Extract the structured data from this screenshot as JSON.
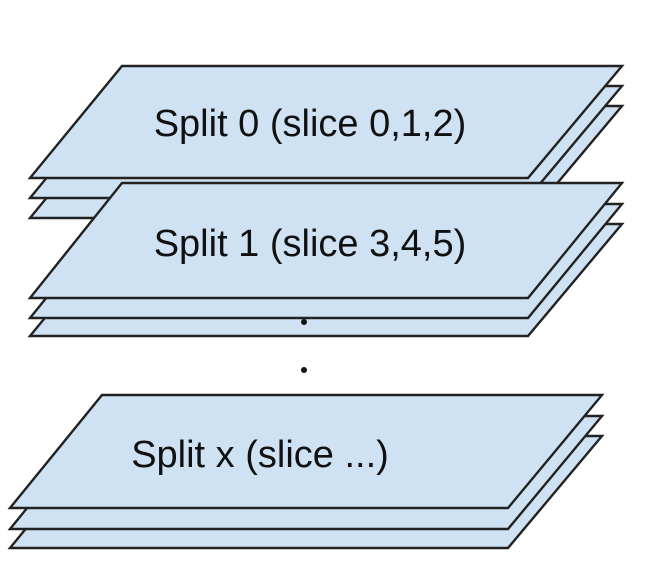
{
  "diagram": {
    "type": "stacked-slices",
    "fill_color": "#cfe2f3",
    "stroke_color": "#222222",
    "splits": [
      {
        "label": "Split 0 (slice 0,1,2)",
        "slice_count": 3
      },
      {
        "label": "Split 1 (slice 3,4,5)",
        "slice_count": 3
      },
      {
        "label": "Split x (slice ...)",
        "slice_count": 3
      }
    ],
    "ellipsis": "vertical-dots"
  }
}
